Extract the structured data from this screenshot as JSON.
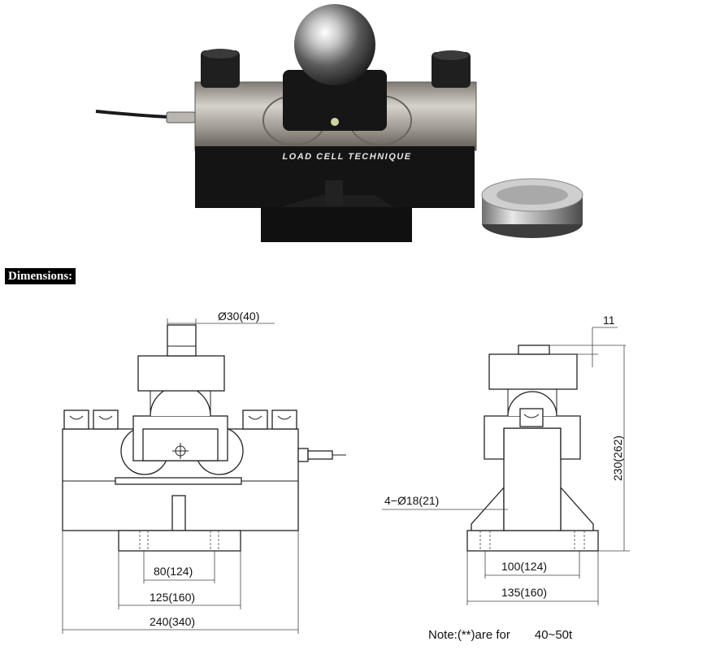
{
  "photo": {
    "engraving": "LOAD CELL TECHNIQUE"
  },
  "section": {
    "title": "Dimensions:"
  },
  "front_view": {
    "ball_diameter": "Ø30(40)",
    "bolt_spacing_inner": "80(124)",
    "bolt_spacing_outer": "125(160)",
    "overall_length": "240(340)"
  },
  "side_view": {
    "cap_offset": "11",
    "overall_height": "230(262)",
    "holes": "4−Ø18(21)",
    "base_inner": "100(124)",
    "base_outer": "135(160)"
  },
  "note": {
    "text": "Note:(**)are for",
    "range": "40~50t"
  },
  "colors": {
    "label_background": "#000000",
    "label_text": "#ffffff",
    "line": "#222222"
  }
}
